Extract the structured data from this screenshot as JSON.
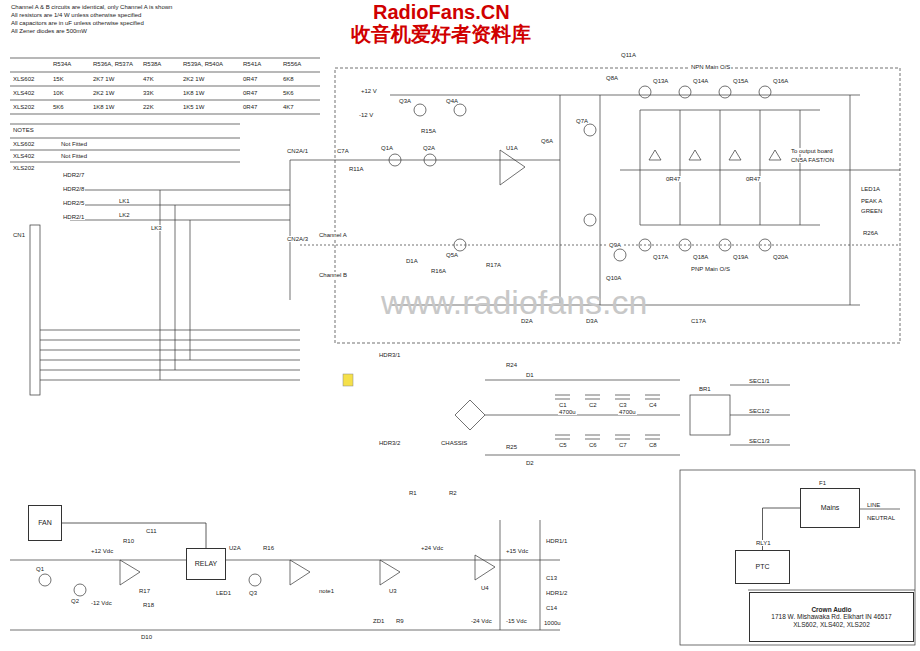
{
  "diagram": {
    "nodes": [
      {
        "text": [
          "Crown Audio",
          "1718 W. Mishawaka Rd. Elkhart IN 46517",
          "XLS602, XLS402, XLS202"
        ]
      },
      {
        "text": [
          "Mains"
        ]
      },
      {
        "text": [
          "PTC"
        ]
      },
      {
        "text": [
          "FAN"
        ]
      },
      {
        "text": [
          "RELAY"
        ]
      }
    ],
    "edges": [
      {
        "from": 1,
        "to": 2,
        "arrow": "none"
      },
      {
        "from": 3,
        "to": 4,
        "arrow": "none"
      }
    ],
    "labels": [
      "RadioFans.CN",
      "收音机爱好者资料库",
      "www.radiofans.cn",
      "Channel A & B circuits are identical, only Channel A is shown",
      "All resistors are 1/4 W unless otherwise specified",
      "All capacitors are in uF unless otherwise specified",
      "All Zener diodes are 500mW",
      "XLS602",
      "XLS402",
      "XLS202",
      "R534A",
      "R536A, R537A",
      "R538A",
      "R539A, R540A",
      "R541A",
      "R556A",
      "15K",
      "10K",
      "5K6",
      "2K7 1W",
      "2K2 1W",
      "1K8 1W",
      "47K",
      "33K",
      "22K",
      "2K2 1W",
      "1K8 1W",
      "1K5 1W",
      "0R47",
      "0R47",
      "0R47",
      "6K8",
      "5K6",
      "4K7",
      "NOTES",
      "XLS602",
      "XLS402",
      "Not Fitted",
      "XLS202",
      "Not Fitted",
      "HDR2/7",
      "HDR2/8",
      "HDR2/5",
      "HDR2/1",
      "LK1",
      "LK2",
      "LK3",
      "CN1",
      "CN2A/1",
      "CN2A/3",
      "Channel A",
      "Channel B",
      "C7A",
      "R11A",
      "Q1A",
      "Q2A",
      "R15A",
      "Q3A",
      "Q4A",
      "+12 V",
      "-12 V",
      "U1A",
      "Q5A",
      "D1A",
      "R16A",
      "R17A",
      "Q6A",
      "Q7A",
      "Q8A",
      "Q11A",
      "Q13A",
      "Q14A",
      "Q15A",
      "Q16A",
      "NPN Main O/S",
      "Q17A",
      "Q18A",
      "Q19A",
      "Q20A",
      "PNP Main O/S",
      "0R47",
      "0R47",
      "To output board",
      "CN5A FAST/ON",
      "LED1A",
      "PEAK A",
      "GREEN",
      "R26A",
      "Q9A",
      "Q10A",
      "D2A",
      "D3A",
      "C17A",
      "D1",
      "D2",
      "R24",
      "R25",
      "C1",
      "C2",
      "C3",
      "C4",
      "C5",
      "C6",
      "C7",
      "C8",
      "4700u",
      "4700u",
      "SEC1/1",
      "SEC1/2",
      "SEC1/3",
      "HDR3/1",
      "HDR3/2",
      "CHASSIS",
      "BR1",
      "R1",
      "R2",
      "Q1",
      "Q2",
      "R10",
      "C11",
      "LED1",
      "Q3",
      "R16",
      "U2A",
      "note1",
      "+24 Vdc",
      "-24 Vdc",
      "+15 Vdc",
      "-15 Vdc",
      "U3",
      "U4",
      "C13",
      "C14",
      "HDR1/1",
      "HDR1/2",
      "1000u",
      "ZD1",
      "R9",
      "R17",
      "R18",
      "+12 Vdc",
      "-12 Vdc",
      "D10",
      "LINE",
      "NEUTRAL",
      "RLY1",
      "F1"
    ]
  }
}
